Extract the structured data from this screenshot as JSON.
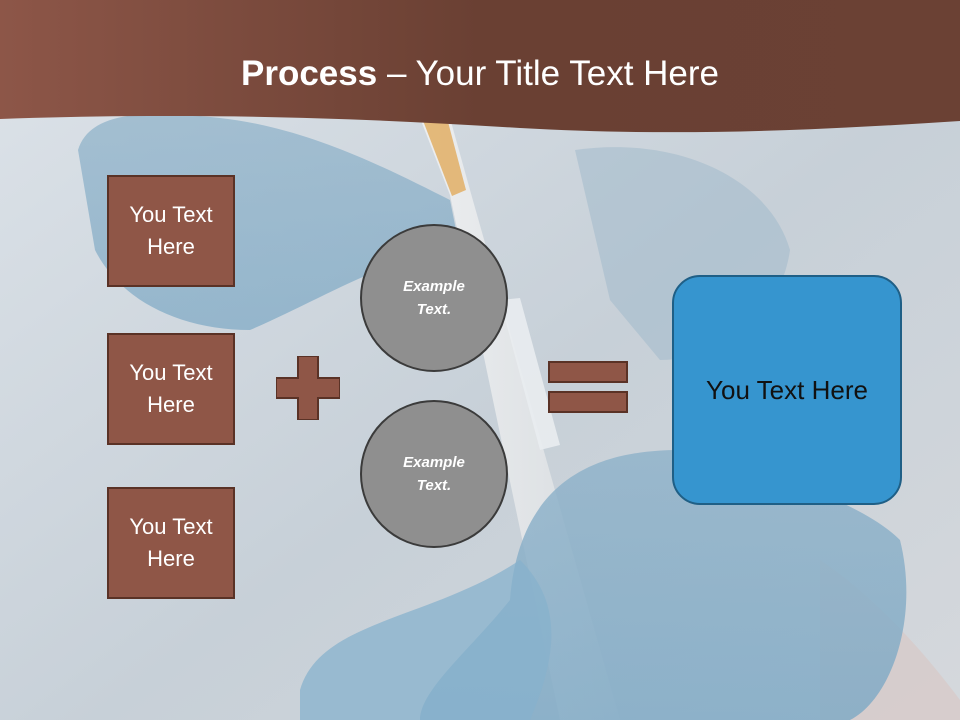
{
  "header": {
    "title_bold": "Process",
    "title_rest": " – Your Title Text Here"
  },
  "left_boxes": [
    {
      "label": "You Text Here"
    },
    {
      "label": "You Text Here"
    },
    {
      "label": "You Text Here"
    }
  ],
  "circles": [
    {
      "label": "Example Text."
    },
    {
      "label": "Example Text."
    }
  ],
  "result": {
    "label": "You Text Here"
  },
  "icons": {
    "plus": "plus-icon",
    "equals": "equals-icon"
  },
  "colors": {
    "header": "#73463a",
    "box_fill": "#8f5647",
    "circle_fill": "#8f8f8f",
    "result_fill": "#3695cf"
  }
}
